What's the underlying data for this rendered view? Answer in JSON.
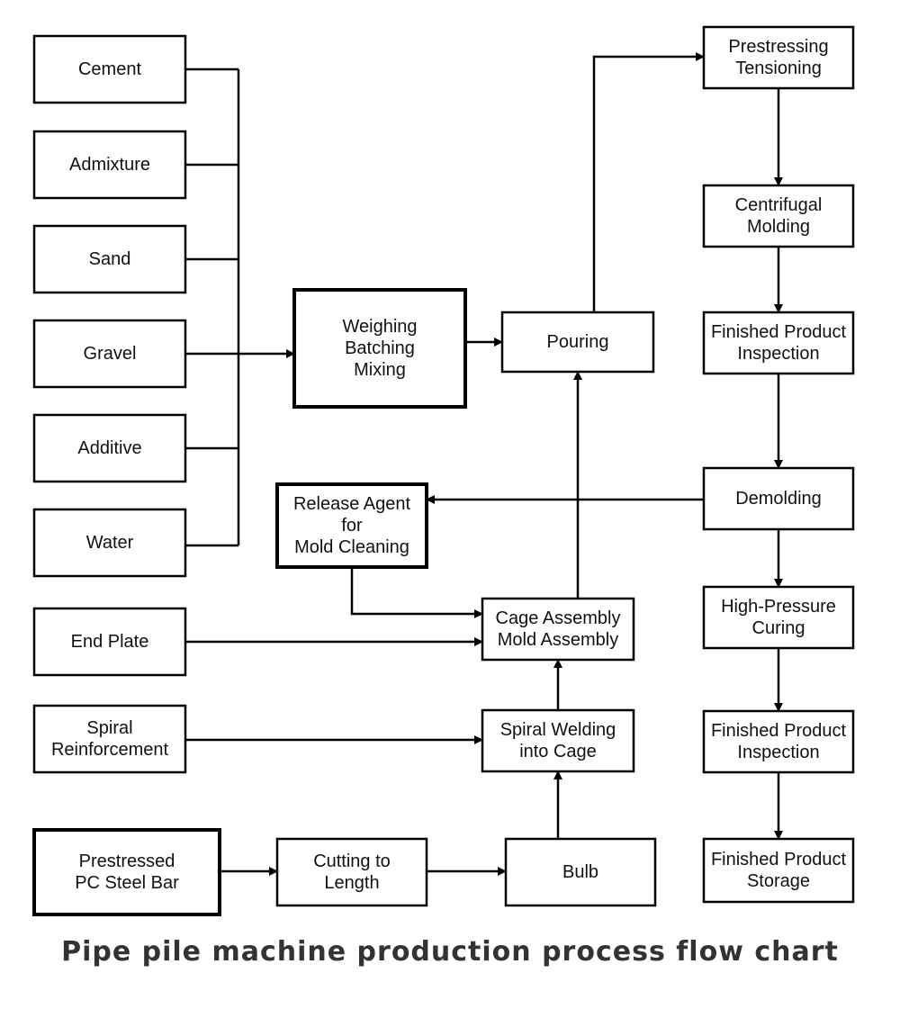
{
  "caption": "Pipe pile machine production process flow chart",
  "nodes": {
    "cement": {
      "lines": [
        "Cement"
      ]
    },
    "admixture": {
      "lines": [
        "Admixture"
      ]
    },
    "sand": {
      "lines": [
        "Sand"
      ]
    },
    "gravel": {
      "lines": [
        "Gravel"
      ]
    },
    "additive": {
      "lines": [
        "Additive"
      ]
    },
    "water": {
      "lines": [
        "Water"
      ]
    },
    "end_plate": {
      "lines": [
        "End Plate"
      ]
    },
    "spiral_reinforcement": {
      "lines": [
        "Spiral",
        "Reinforcement"
      ]
    },
    "pc_steel_bar": {
      "lines": [
        "Prestressed",
        "PC Steel Bar"
      ]
    },
    "weighing": {
      "lines": [
        "Weighing",
        "Batching",
        "Mixing"
      ]
    },
    "pouring": {
      "lines": [
        "Pouring"
      ]
    },
    "release_agent": {
      "lines": [
        "Release Agent",
        "for",
        "Mold Cleaning"
      ]
    },
    "cage_assembly": {
      "lines": [
        "Cage Assembly",
        "Mold Assembly"
      ]
    },
    "spiral_welding": {
      "lines": [
        "Spiral Welding",
        "into Cage"
      ]
    },
    "cutting": {
      "lines": [
        "Cutting to",
        "Length"
      ]
    },
    "bulb": {
      "lines": [
        "Bulb"
      ]
    },
    "prestressing": {
      "lines": [
        "Prestressing",
        "Tensioning"
      ]
    },
    "centrifugal": {
      "lines": [
        "Centrifugal",
        "Molding"
      ]
    },
    "inspection_1": {
      "lines": [
        "Finished Product",
        "Inspection"
      ]
    },
    "demolding": {
      "lines": [
        "Demolding"
      ]
    },
    "curing": {
      "lines": [
        "High-Pressure",
        "Curing"
      ]
    },
    "inspection_2": {
      "lines": [
        "Finished Product",
        "Inspection"
      ]
    },
    "storage": {
      "lines": [
        "Finished Product",
        "Storage"
      ]
    }
  }
}
